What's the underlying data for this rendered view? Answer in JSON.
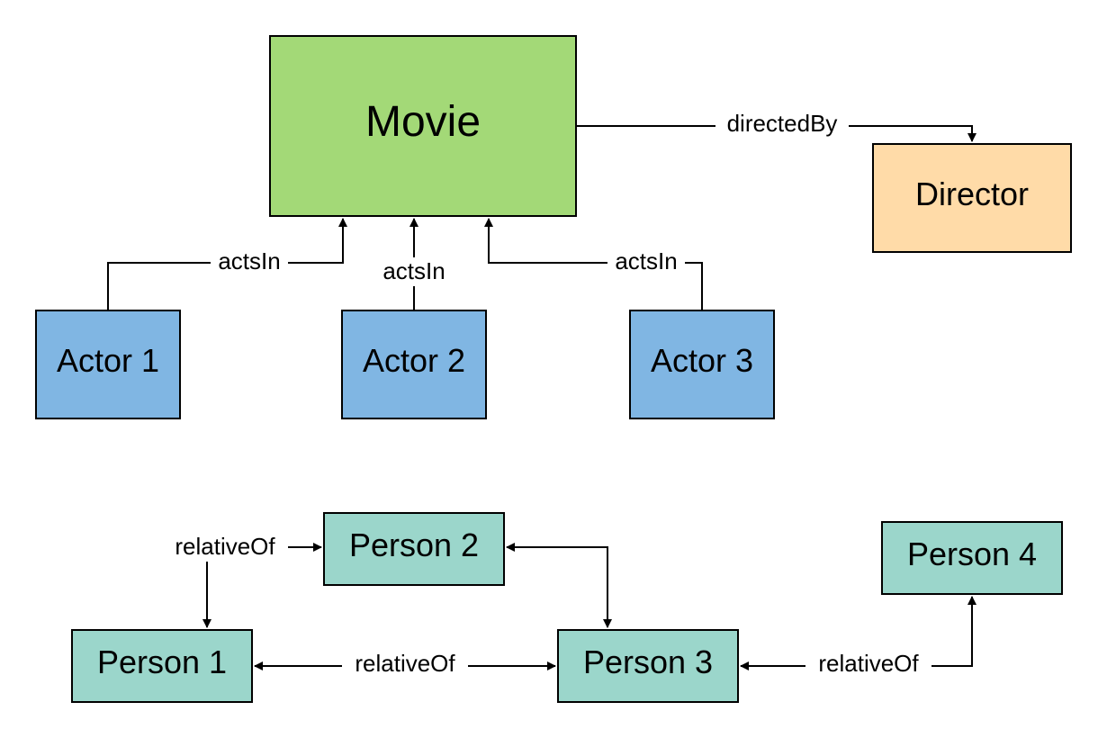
{
  "nodes": {
    "movie": {
      "label": "Movie",
      "color": "#a3d977"
    },
    "director": {
      "label": "Director",
      "color": "#ffdba8"
    },
    "actor1": {
      "label": "Actor 1",
      "color": "#80b6e3"
    },
    "actor2": {
      "label": "Actor 2",
      "color": "#80b6e3"
    },
    "actor3": {
      "label": "Actor 3",
      "color": "#80b6e3"
    },
    "person1": {
      "label": "Person 1",
      "color": "#9bd6cb"
    },
    "person2": {
      "label": "Person 2",
      "color": "#9bd6cb"
    },
    "person3": {
      "label": "Person 3",
      "color": "#9bd6cb"
    },
    "person4": {
      "label": "Person 4",
      "color": "#9bd6cb"
    }
  },
  "edges": {
    "directed_by": "directedBy",
    "acts_in_1": "actsIn",
    "acts_in_2": "actsIn",
    "acts_in_3": "actsIn",
    "relative_p1_p2": "relativeOf",
    "relative_p1_p3": "relativeOf",
    "relative_p3_p4": "relativeOf"
  },
  "colors": {
    "stroke": "#000000",
    "background": "#ffffff"
  }
}
